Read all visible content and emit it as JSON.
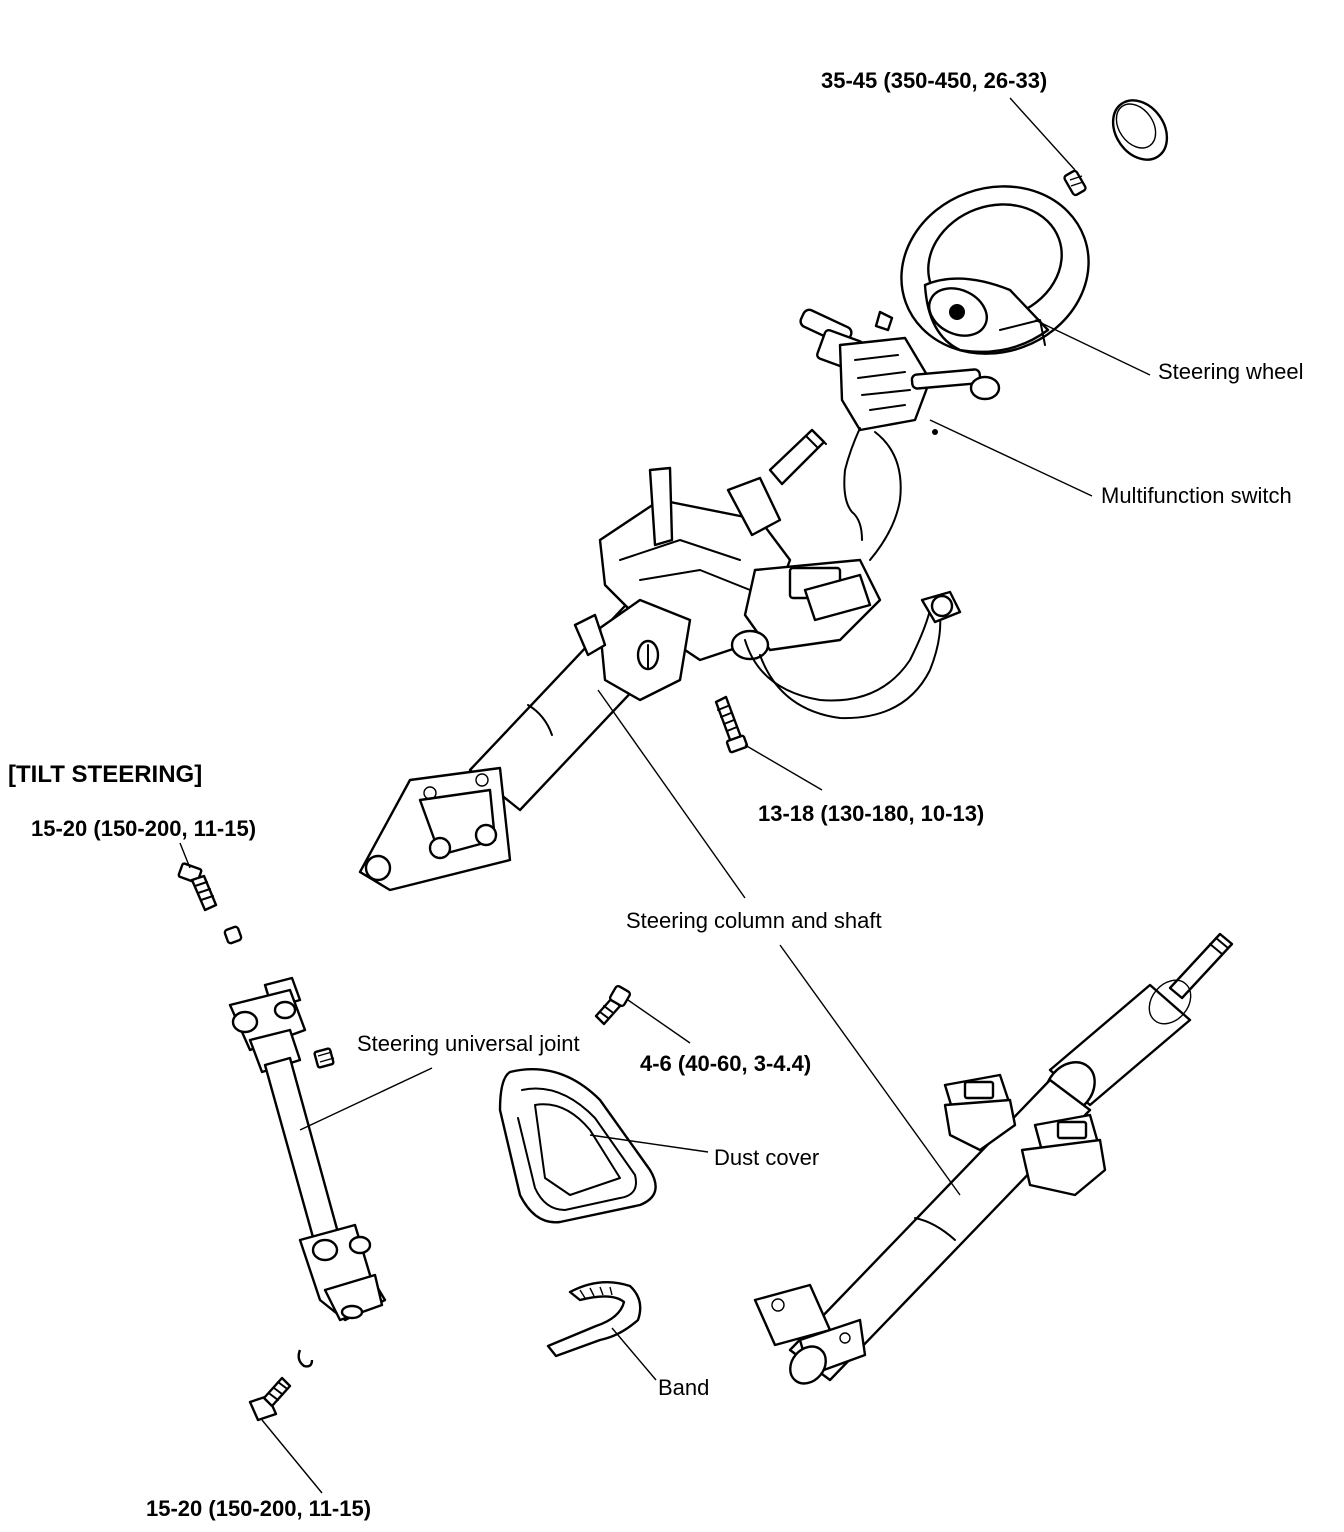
{
  "section_title": "[TILT STEERING]",
  "torques": {
    "wheel_nut": "35-45 (350-450, 26-33)",
    "column_bolt": "13-18 (130-180, 10-13)",
    "tilt_upper_bolt": "15-20 (150-200, 11-15)",
    "lower_joint_bolt": "15-20 (150-200, 11-15)",
    "dust_cover_bolt": "4-6 (40-60, 3-4.4)"
  },
  "parts": {
    "steering_wheel": "Steering wheel",
    "multifunction_switch": "Multifunction switch",
    "steering_column": "Steering column and shaft",
    "universal_joint": "Steering universal joint",
    "dust_cover": "Dust cover",
    "band": "Band"
  }
}
